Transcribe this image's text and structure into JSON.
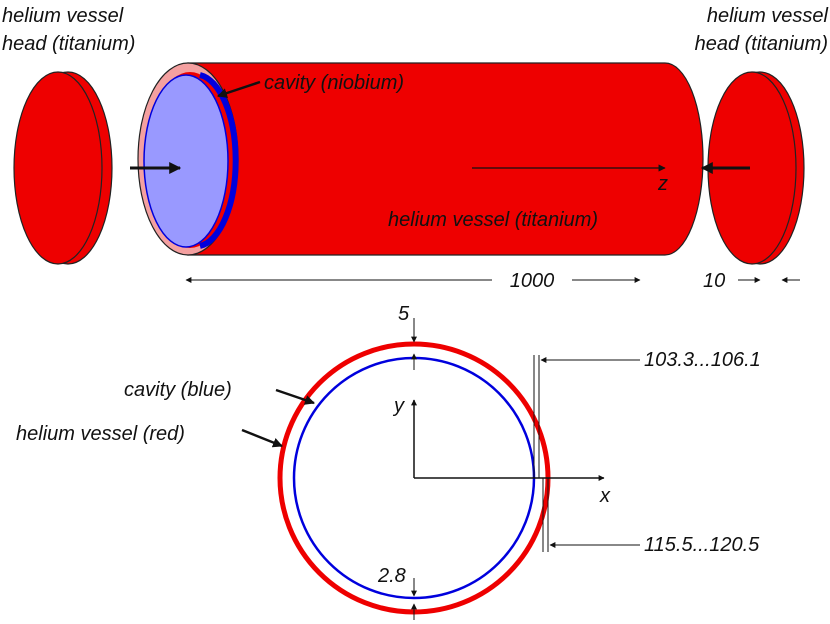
{
  "labels": {
    "head_left_line1": "helium vessel",
    "head_left_line2": "head (titanium)",
    "head_right_line1": "helium vessel",
    "head_right_line2": "head (titanium)",
    "cavity_niobium": "cavity (niobium)",
    "vessel_titanium": "helium vessel (titanium)",
    "z_axis": "z",
    "length_1000": "1000",
    "thickness_10": "10",
    "dim_5": "5",
    "dim_radius_inner": "103.3...106.1",
    "dim_radius_outer": "115.5...120.5",
    "dim_2_8": "2.8",
    "cavity_blue": "cavity (blue)",
    "vessel_red": "helium vessel (red)",
    "x_axis": "x",
    "y_axis": "y"
  },
  "colors": {
    "vessel": "#ee0000",
    "vessel_light": "#f4a0a0",
    "cavity": "#0000dd",
    "cavity_fill": "#9999ff",
    "line": "#111111"
  },
  "icons": {
    "arrow": "arrow-icon"
  }
}
